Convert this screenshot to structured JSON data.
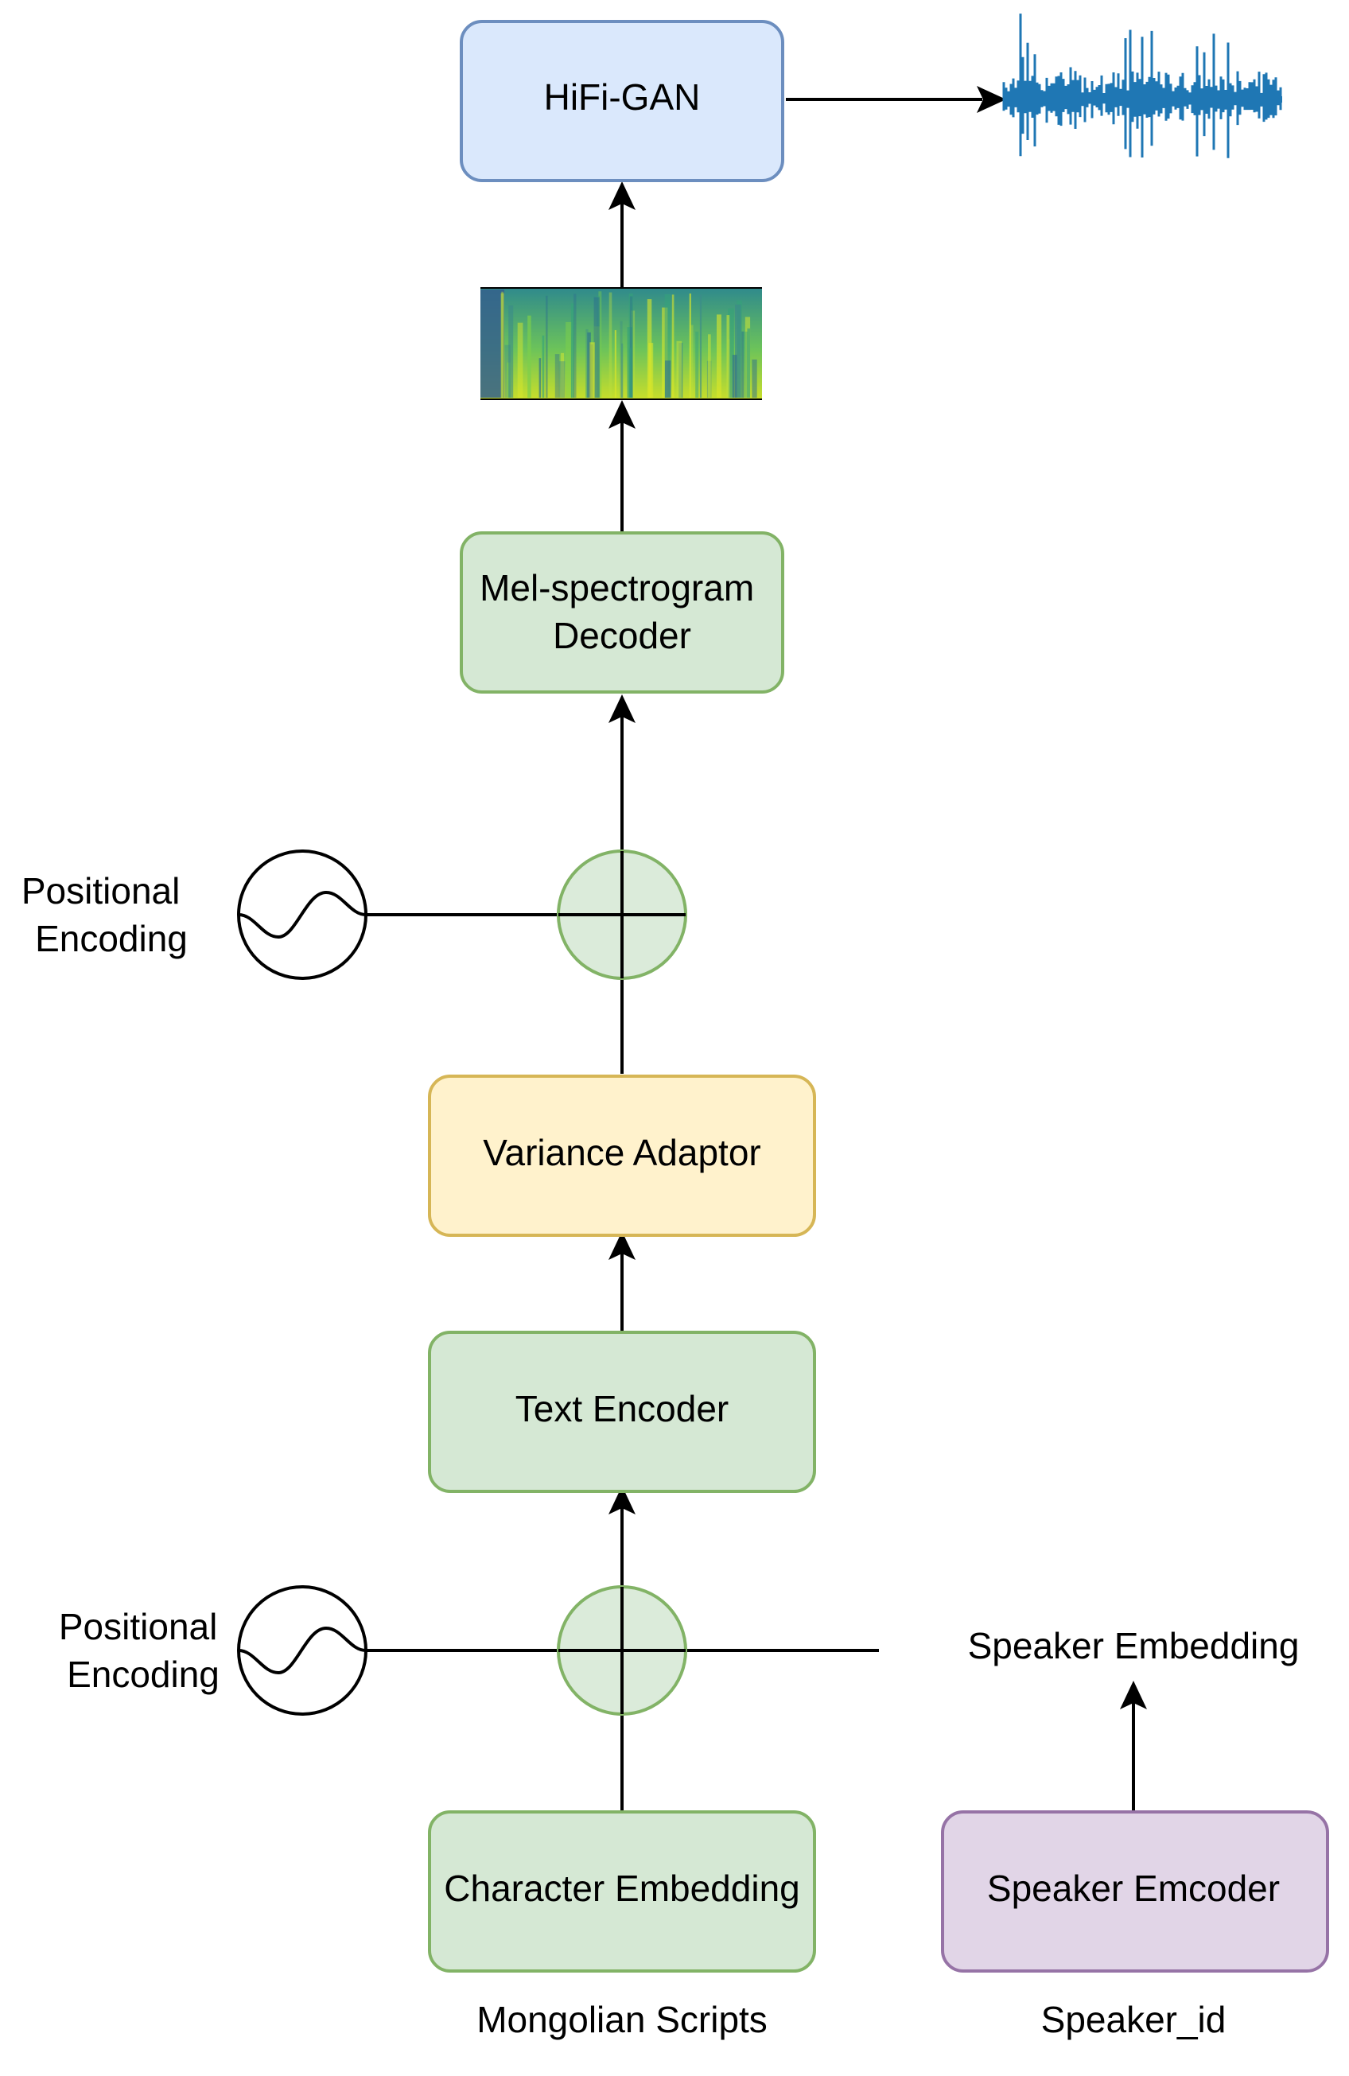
{
  "colors": {
    "green_fill": "#d5e8d4",
    "green_stroke": "#82b366",
    "blue_fill": "#dae8fc",
    "blue_stroke": "#6c8ebf",
    "yellow_fill": "#fff2cc",
    "yellow_stroke": "#d6b656",
    "purple_fill": "#e1d5e7",
    "purple_stroke": "#9673a6",
    "waveform": "#1f77b4",
    "arrow": "#000000"
  },
  "nodes": {
    "hifigan": {
      "lines": [
        "HiFi-GAN"
      ]
    },
    "mel_decoder": {
      "lines": [
        "Mel-spectrogram",
        "Decoder"
      ]
    },
    "variance_adaptor": {
      "lines": [
        "Variance Adaptor"
      ]
    },
    "text_encoder": {
      "lines": [
        "Text Encoder"
      ]
    },
    "char_embedding": {
      "lines": [
        "Character Embedding"
      ]
    },
    "speaker_encoder": {
      "lines": [
        "Speaker Emcoder"
      ]
    }
  },
  "labels": {
    "pos_enc_top": [
      "Positional",
      "Encoding"
    ],
    "pos_enc_bottom": [
      "Positional",
      "Encoding"
    ],
    "speaker_embedding": "Speaker Embedding",
    "mongolian_scripts": "Mongolian Scripts",
    "speaker_id": "Speaker_id"
  },
  "icons": {
    "waveform": "audio-waveform-icon",
    "spectrogram": "mel-spectrogram-image",
    "positional_encoding": "sine-wave-icon",
    "adder": "add-junction-icon"
  }
}
